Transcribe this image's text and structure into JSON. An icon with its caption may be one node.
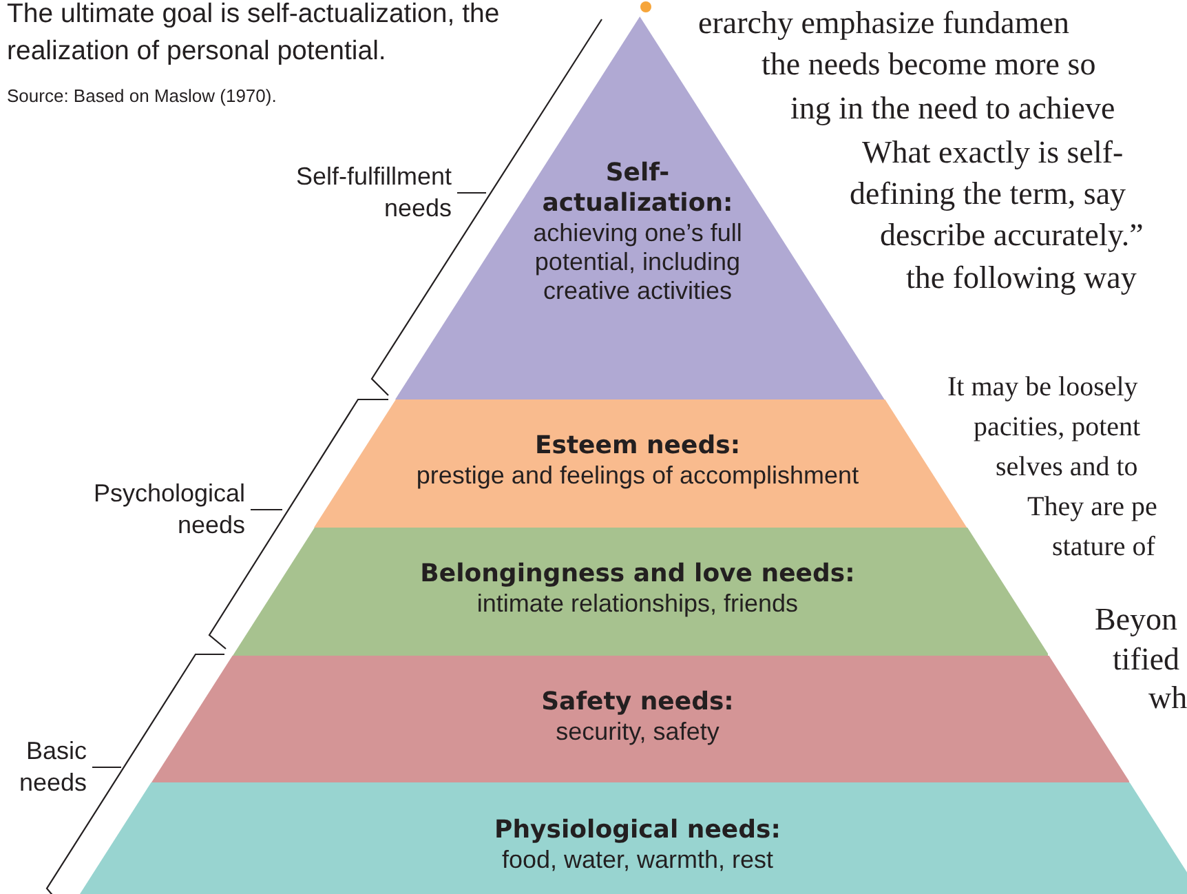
{
  "diagram": {
    "caption": "The ultimate goal is self-actualization, the realization of personal potential.",
    "nodes": [
      {
        "text": [
          "Self-actualization:",
          "achieving one’s full potential, including creative activities"
        ]
      },
      {
        "text": [
          "Esteem needs:",
          "prestige and feelings of accomplishment"
        ]
      },
      {
        "text": [
          "Belongingness and love needs:",
          "intimate relationships, friends"
        ]
      },
      {
        "text": [
          "Safety needs:",
          "security, safety"
        ]
      },
      {
        "text": [
          "Physiological needs:",
          "food, water, warmth, rest"
        ]
      },
      {
        "text": [
          "Self-fulfillment needs"
        ]
      },
      {
        "text": [
          "Psychological needs"
        ]
      },
      {
        "text": [
          "Basic needs"
        ]
      }
    ],
    "edges": [
      {
        "from": 5,
        "to": null,
        "arrow": "none"
      },
      {
        "from": 6,
        "to": null,
        "arrow": "none"
      },
      {
        "from": 7,
        "to": null,
        "arrow": "none"
      }
    ],
    "labels": [
      "Source: Based on Maslow (1970).",
      "erarchy emphasize fundamen",
      "the needs become more so",
      "ing in the need to achieve",
      "What exactly is self-",
      "defining the term, say",
      "describe accurately.”",
      "the following way",
      "It may be loosely",
      "pacities, potent",
      "selves and to",
      "They are pe",
      "stature of",
      "Beyon",
      "tified",
      "wh"
    ]
  }
}
